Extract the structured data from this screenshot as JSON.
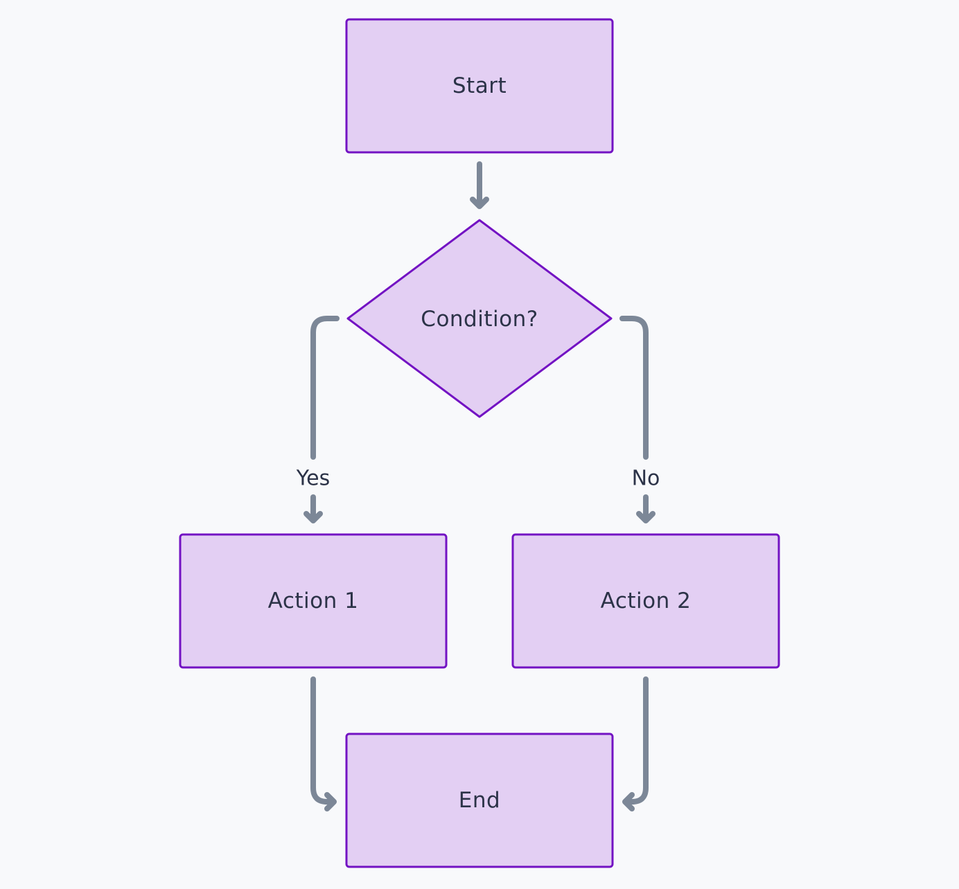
{
  "flowchart": {
    "nodes": {
      "start": {
        "label": "Start",
        "shape": "rectangle"
      },
      "condition": {
        "label": "Condition?",
        "shape": "diamond"
      },
      "action1": {
        "label": "Action 1",
        "shape": "rectangle"
      },
      "action2": {
        "label": "Action 2",
        "shape": "rectangle"
      },
      "end": {
        "label": "End",
        "shape": "rectangle"
      }
    },
    "edges": [
      {
        "from": "start",
        "to": "condition",
        "label": ""
      },
      {
        "from": "condition",
        "to": "action1",
        "label": "Yes"
      },
      {
        "from": "condition",
        "to": "action2",
        "label": "No"
      },
      {
        "from": "action1",
        "to": "end",
        "label": ""
      },
      {
        "from": "action2",
        "to": "end",
        "label": ""
      }
    ],
    "colors": {
      "node_fill": "#e3cff3",
      "node_stroke": "#7313c3",
      "edge": "#7c8797",
      "text": "#2c3348",
      "background": "#f8f9fb"
    }
  }
}
